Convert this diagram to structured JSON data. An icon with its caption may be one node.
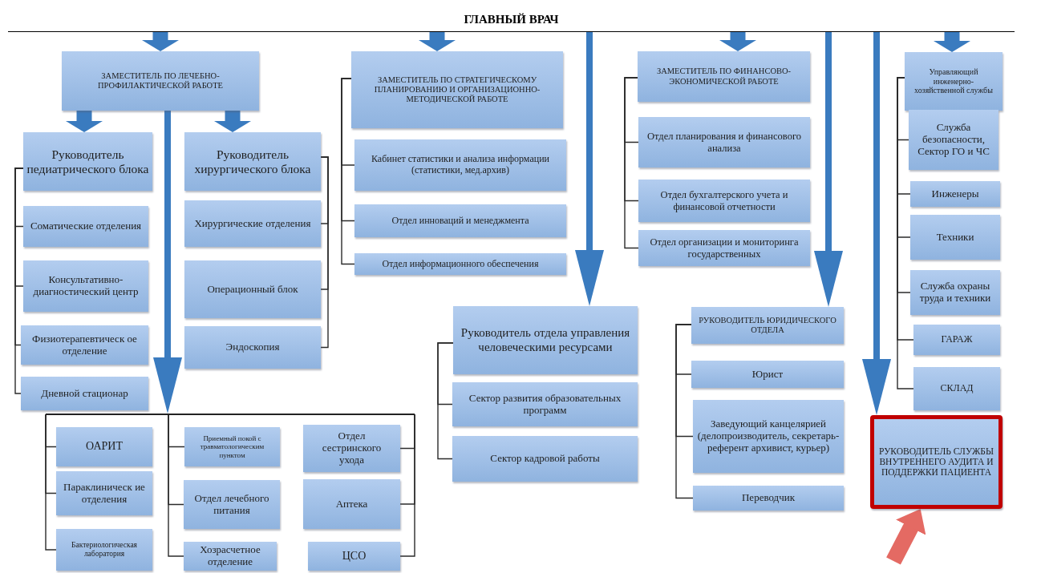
{
  "diagram": {
    "nodes": [
      {
        "text": [
          "ГЛАВНЫЙ ВРАЧ"
        ]
      },
      {
        "text": [
          "ЗАМЕСТИТЕЛЬ ПО ЛЕЧЕБНО-ПРОФИЛАКТИЧЕСКОЙ РАБОТЕ"
        ]
      },
      {
        "text": [
          "Руководитель педиатрического блока"
        ]
      },
      {
        "text": [
          "Соматические отделения"
        ]
      },
      {
        "text": [
          "Консультативно-диагностический центр"
        ]
      },
      {
        "text": [
          "Физиотерапевтическ ое отделение"
        ]
      },
      {
        "text": [
          "Дневной стационар"
        ]
      },
      {
        "text": [
          "Руководитель хирургического блока"
        ]
      },
      {
        "text": [
          "Хирургические отделения"
        ]
      },
      {
        "text": [
          "Операционный блок"
        ]
      },
      {
        "text": [
          "Эндоскопия"
        ]
      },
      {
        "text": [],
        "shape": "bar"
      },
      {
        "text": [
          "ОАРИТ"
        ]
      },
      {
        "text": [
          "Параклиническ ие отделения"
        ]
      },
      {
        "text": [
          "Бактериологическая лаборатория"
        ]
      },
      {
        "text": [
          "Приемный покой с травматологическим пунктом"
        ]
      },
      {
        "text": [
          "Отдел лечебного питания"
        ]
      },
      {
        "text": [
          "Хозрасчетное отделение"
        ]
      },
      {
        "text": [
          "Отдел сестринского ухода"
        ]
      },
      {
        "text": [
          "Аптека"
        ]
      },
      {
        "text": [
          "ЦСО"
        ]
      },
      {
        "text": [
          "ЗАМЕСТИТЕЛЬ ПО СТРАТЕГИЧЕСКОМУ ПЛАНИРОВАНИЮ И ОРГАНИЗАЦИОННО-МЕТОДИЧЕСКОЙ РАБОТЕ"
        ]
      },
      {
        "text": [
          "Кабинет статистики и анализа информации (статистики, мед.архив)"
        ]
      },
      {
        "text": [
          "Отдел инноваций и менеджмента"
        ]
      },
      {
        "text": [
          "Отдел информационного обеспечения"
        ]
      },
      {
        "text": [
          "Руководитель отдела управления человеческими ресурсами"
        ]
      },
      {
        "text": [
          "Сектор развития образовательных программ"
        ]
      },
      {
        "text": [
          "Сектор кадровой работы"
        ]
      },
      {
        "text": [
          "ЗАМЕСТИТЕЛЬ ПО ФИНАНСОВО-ЭКОНОМИЧЕСКОЙ РАБОТЕ"
        ]
      },
      {
        "text": [
          "Отдел планирования и финансового анализа"
        ]
      },
      {
        "text": [
          "Отдел бухгалтерского учета и финансовой отчетности"
        ]
      },
      {
        "text": [
          "Отдел организации и мониторинга государственных"
        ]
      },
      {
        "text": [
          "РУКОВОДИТЕЛЬ ЮРИДИЧЕСКОГО ОТДЕЛА"
        ]
      },
      {
        "text": [
          "Юрист"
        ]
      },
      {
        "text": [
          "Заведующий канцелярией (делопроизводитель, секретарь-референт архивист, курьер)"
        ]
      },
      {
        "text": [
          "Переводчик"
        ]
      },
      {
        "text": [
          "Управляющий инженерно-хозяйственной службы"
        ]
      },
      {
        "text": [
          "Служба безопасности, Сектор ГО и ЧС"
        ]
      },
      {
        "text": [
          "Инженеры"
        ]
      },
      {
        "text": [
          "Техники"
        ]
      },
      {
        "text": [
          "Служба охраны труда и техники"
        ]
      },
      {
        "text": [
          "ГАРАЖ"
        ]
      },
      {
        "text": [
          "СКЛАД"
        ]
      },
      {
        "text": [
          "РУКОВОДИТЕЛЬ СЛУЖБЫ ВНУТРЕННЕГО АУДИТА И ПОДДЕРЖКИ ПАЦИЕНТА"
        ]
      }
    ],
    "edges": [
      {
        "from": 0,
        "to": 1,
        "arrow": "to",
        "style": "thick",
        "color": "#3a7bbf"
      },
      {
        "from": 0,
        "to": 21,
        "arrow": "to",
        "style": "thick",
        "color": "#3a7bbf"
      },
      {
        "from": 0,
        "to": 25,
        "arrow": "to",
        "style": "thick",
        "color": "#3a7bbf"
      },
      {
        "from": 0,
        "to": 28,
        "arrow": "to",
        "style": "thick",
        "color": "#3a7bbf"
      },
      {
        "from": 0,
        "to": 32,
        "arrow": "to",
        "style": "thick",
        "color": "#3a7bbf"
      },
      {
        "from": 0,
        "to": 43,
        "arrow": "to",
        "style": "thick",
        "color": "#3a7bbf"
      },
      {
        "from": 0,
        "to": 36,
        "arrow": "to",
        "style": "thick",
        "color": "#3a7bbf"
      },
      {
        "from": 1,
        "to": 2,
        "arrow": "to",
        "style": "thick",
        "color": "#3a7bbf"
      },
      {
        "from": 1,
        "to": 7,
        "arrow": "to",
        "style": "thick",
        "color": "#3a7bbf"
      },
      {
        "from": 1,
        "to": 11,
        "arrow": "to",
        "style": "thick",
        "color": "#3a7bbf"
      },
      {
        "from": 2,
        "to": 3,
        "arrow": "none"
      },
      {
        "from": 2,
        "to": 4,
        "arrow": "none"
      },
      {
        "from": 2,
        "to": 5,
        "arrow": "none"
      },
      {
        "from": 2,
        "to": 6,
        "arrow": "none"
      },
      {
        "from": 7,
        "to": 8,
        "arrow": "none"
      },
      {
        "from": 7,
        "to": 9,
        "arrow": "none"
      },
      {
        "from": 7,
        "to": 10,
        "arrow": "none"
      },
      {
        "from": 11,
        "to": 12,
        "arrow": "none"
      },
      {
        "from": 11,
        "to": 13,
        "arrow": "none"
      },
      {
        "from": 11,
        "to": 14,
        "arrow": "none"
      },
      {
        "from": 11,
        "to": 15,
        "arrow": "none"
      },
      {
        "from": 11,
        "to": 16,
        "arrow": "none"
      },
      {
        "from": 11,
        "to": 17,
        "arrow": "none"
      },
      {
        "from": 11,
        "to": 18,
        "arrow": "none"
      },
      {
        "from": 11,
        "to": 19,
        "arrow": "none"
      },
      {
        "from": 11,
        "to": 20,
        "arrow": "none"
      },
      {
        "from": 21,
        "to": 22,
        "arrow": "none"
      },
      {
        "from": 21,
        "to": 23,
        "arrow": "none"
      },
      {
        "from": 21,
        "to": 24,
        "arrow": "none"
      },
      {
        "from": 25,
        "to": 26,
        "arrow": "none"
      },
      {
        "from": 25,
        "to": 27,
        "arrow": "none"
      },
      {
        "from": 28,
        "to": 29,
        "arrow": "none"
      },
      {
        "from": 28,
        "to": 30,
        "arrow": "none"
      },
      {
        "from": 28,
        "to": 31,
        "arrow": "none"
      },
      {
        "from": 32,
        "to": 33,
        "arrow": "none"
      },
      {
        "from": 32,
        "to": 34,
        "arrow": "none"
      },
      {
        "from": 32,
        "to": 35,
        "arrow": "none"
      },
      {
        "from": 36,
        "to": 37,
        "arrow": "none"
      },
      {
        "from": 36,
        "to": 38,
        "arrow": "none"
      },
      {
        "from": 36,
        "to": 39,
        "arrow": "none"
      },
      {
        "from": 36,
        "to": 40,
        "arrow": "none"
      },
      {
        "from": 36,
        "to": 41,
        "arrow": "none"
      },
      {
        "from": 36,
        "to": 42,
        "arrow": "none"
      },
      {
        "from": null,
        "to": 43,
        "arrow": "to",
        "style": "thick",
        "color": "#e46a63"
      }
    ]
  }
}
